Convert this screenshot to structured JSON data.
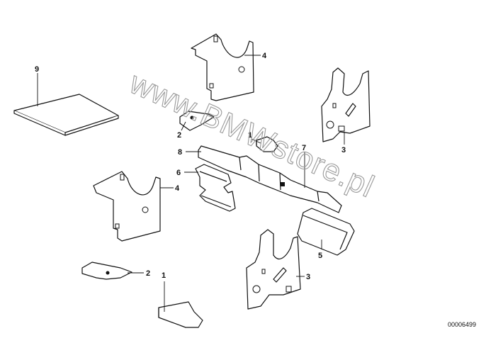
{
  "watermark": "www.BMWstore.pl",
  "reference_number": "00006499",
  "callouts": {
    "c9": "9",
    "c4_top": "4",
    "c3_top": "3",
    "c2_top": "2",
    "c1_top": "1",
    "c8": "8",
    "c7": "7",
    "c6": "6",
    "c4_mid": "4",
    "c5": "5",
    "c3_bottom": "3",
    "c2_bottom": "2",
    "c1_bottom": "1"
  }
}
